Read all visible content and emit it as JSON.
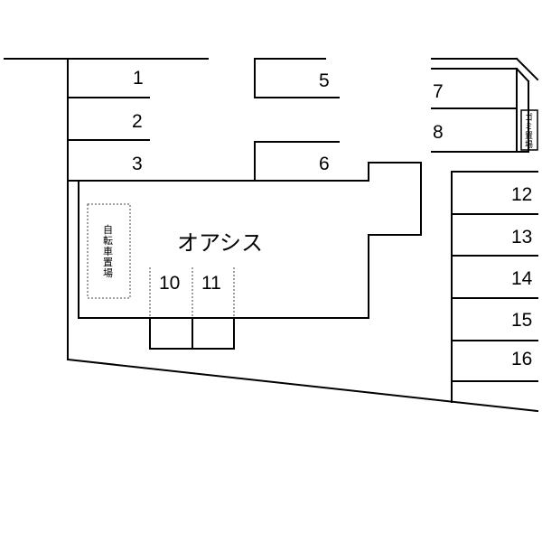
{
  "building": {
    "name": "オアシス"
  },
  "bicycle_parking": {
    "label": [
      "自",
      "転",
      "車",
      "置",
      "場"
    ]
  },
  "garbage_area": {
    "label": [
      "ゴ",
      "ミ",
      "置",
      "場"
    ]
  },
  "spaces": {
    "s1": "1",
    "s2": "2",
    "s3": "3",
    "s5": "5",
    "s6": "6",
    "s7": "7",
    "s8": "8",
    "s10": "10",
    "s11": "11",
    "s12": "12",
    "s13": "13",
    "s14": "14",
    "s15": "15",
    "s16": "16"
  }
}
